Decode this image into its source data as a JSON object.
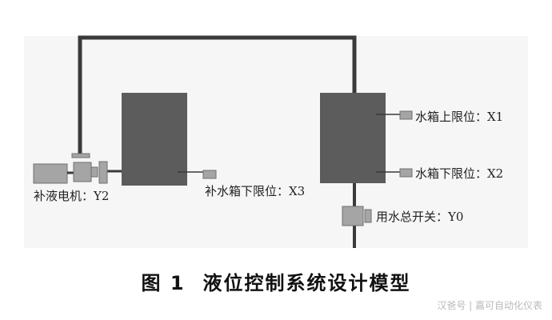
{
  "diagram": {
    "labels": {
      "refill_motor": "补液电机：Y2",
      "aux_tank_lower_limit": "补水箱下限位：X3",
      "tank_upper_limit": "水箱上限位：X1",
      "tank_lower_limit": "水箱下限位：X2",
      "main_switch": "用水总开关：Y0"
    },
    "colors": {
      "tank": "#5c5c5c",
      "pipe": "#3a3a3a",
      "device": "#a5a5a5",
      "device_border": "#707070"
    }
  },
  "caption": {
    "figure_number": "图 1",
    "title": "液位控制系统设计模型"
  },
  "watermark": "汉爸号 | 嘉可自动化仪表"
}
